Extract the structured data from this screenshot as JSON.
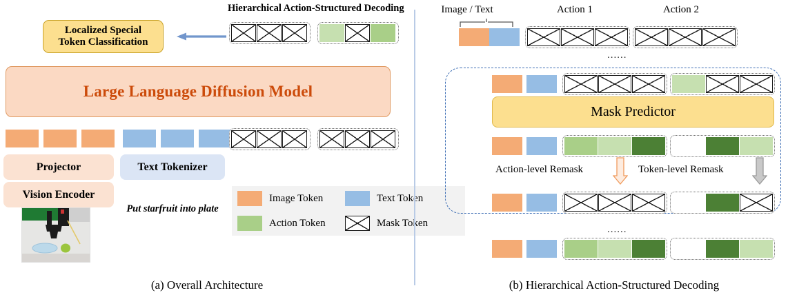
{
  "figure": {
    "panel_a": {
      "caption": "(a) Overall Architecture",
      "hasd_title": "Hierarchical Action-Structured Decoding",
      "lstc_label_line1": "Localized Special",
      "lstc_label_line2": "Token Classification",
      "llm_label": "Large Language Diffusion Model",
      "projector_label": "Projector",
      "vision_encoder_label": "Vision Encoder",
      "text_tokenizer_label": "Text Tokenizer",
      "instruction": "Put starfruit into plate",
      "arrow_name": "arrow-to-classification"
    },
    "panel_b": {
      "caption": "(b) Hierarchical Action-Structured Decoding",
      "header_image_text": "Image / Text",
      "header_action_1": "Action 1",
      "header_action_2": "Action 2",
      "mask_predictor_label": "Mask Predictor",
      "action_level_remask": "Action-level Remask",
      "token_level_remask": "Token-level Remask",
      "ellipsis": "......"
    },
    "legend": {
      "items": [
        {
          "label": "Image Token",
          "swatch": "image"
        },
        {
          "label": "Text Token",
          "swatch": "text"
        },
        {
          "label": "Action Token",
          "swatch": "action"
        },
        {
          "label": "Mask  Token",
          "swatch": "mask"
        }
      ]
    },
    "colors": {
      "image_token": "#f4ab75",
      "text_token": "#96bde4",
      "action_token": "#a9cf88",
      "action_token_light": "#c6e0b0",
      "action_token_dark": "#4c8035",
      "llm_fill": "#fbd9c3",
      "llm_border": "#e09a62",
      "llm_text": "#cc4b0a",
      "yellow_fill": "#fcdf8f",
      "yellow_border": "#c9a227",
      "projector_fill": "#fbe2d2",
      "tokenizer_fill": "#dbe5f5",
      "legend_bg": "#f2f2f2",
      "dashed_border": "#3f6fb5",
      "arrow_blue": "#7296cc",
      "arrow_orange": "#f4a46a",
      "arrow_gray": "#b8b8b8",
      "divider": "#b9cbe6"
    },
    "sequences": {
      "panel_a_top": [
        {
          "group": "mask-group",
          "cells": [
            "mask",
            "mask",
            "mask"
          ]
        },
        {
          "group": "action-group",
          "cells": [
            "act-light",
            "mask",
            "act"
          ]
        }
      ],
      "panel_a_bottom": [
        {
          "group": "prefix",
          "cells": [
            "img",
            "img",
            "img",
            "txt",
            "txt",
            "txt"
          ]
        },
        {
          "group": "mask-group-1",
          "cells": [
            "mask",
            "mask",
            "mask"
          ]
        },
        {
          "group": "mask-group-2",
          "cells": [
            "mask",
            "mask",
            "mask"
          ]
        }
      ],
      "panel_b_row1": {
        "prefix": [
          "img",
          "txt"
        ],
        "a1": [
          "mask",
          "mask",
          "mask"
        ],
        "a2": [
          "mask",
          "mask",
          "mask"
        ]
      },
      "panel_b_row2": {
        "prefix": [
          "img",
          "txt"
        ],
        "a1": [
          "mask",
          "mask",
          "mask"
        ],
        "a2": [
          "act-light",
          "mask",
          "mask"
        ]
      },
      "panel_b_row3": {
        "prefix": [
          "img",
          "txt"
        ],
        "a1": [
          "act",
          "act-light",
          "act-dark"
        ],
        "a2": [
          "white",
          "act-dark",
          "act-light"
        ]
      },
      "panel_b_row4": {
        "prefix": [
          "img",
          "txt"
        ],
        "a1": [
          "mask",
          "mask",
          "mask"
        ],
        "a2": [
          "white",
          "act-dark",
          "mask"
        ]
      },
      "panel_b_row5": {
        "prefix": [
          "img",
          "txt"
        ],
        "a1": [
          "act",
          "act-light",
          "act-dark"
        ],
        "a2": [
          "white",
          "act-dark",
          "act-light"
        ]
      }
    }
  }
}
